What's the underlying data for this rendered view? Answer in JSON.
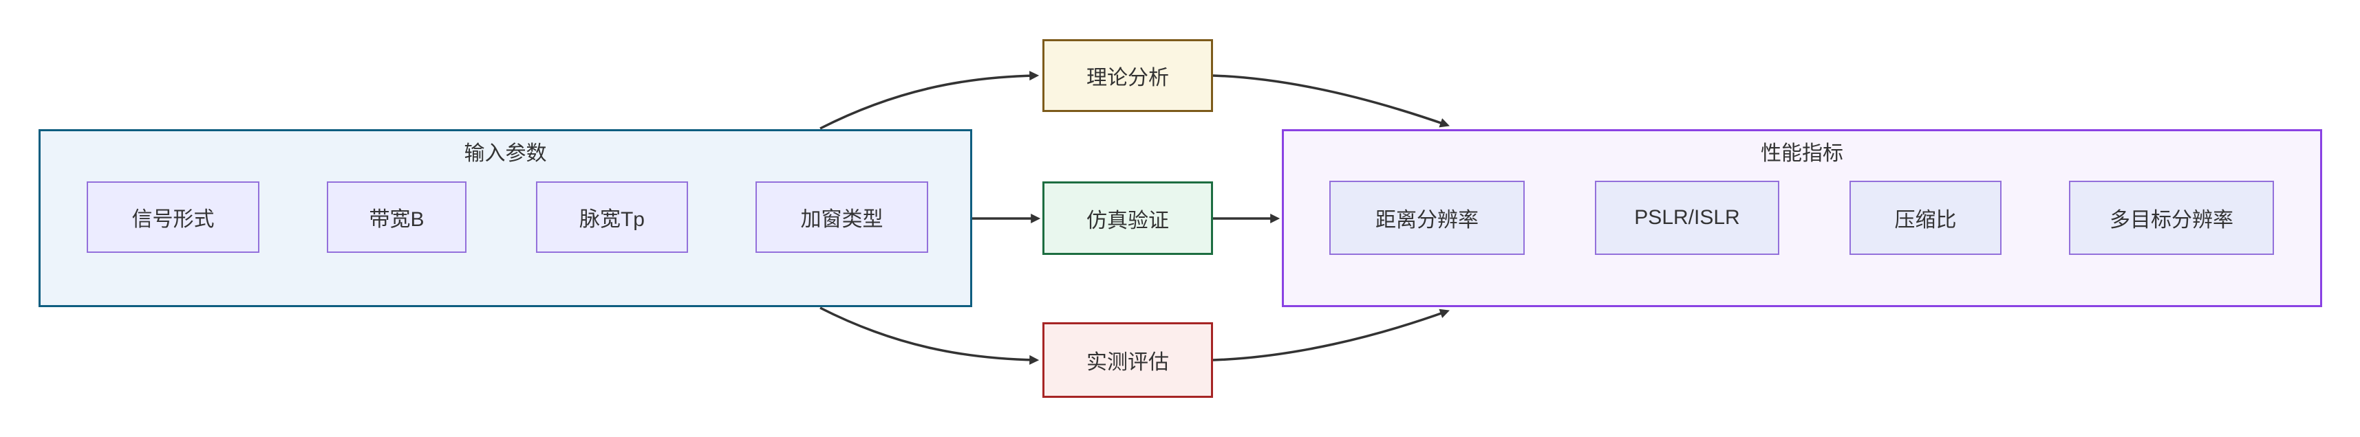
{
  "diagram": {
    "input_group": {
      "title": "输入参数",
      "items": [
        {
          "label": "信号形式"
        },
        {
          "label": "带宽B"
        },
        {
          "label": "脉宽Tp"
        },
        {
          "label": "加窗类型"
        }
      ]
    },
    "stages": [
      {
        "label": "理论分析"
      },
      {
        "label": "仿真验证"
      },
      {
        "label": "实测评估"
      }
    ],
    "output_group": {
      "title": "性能指标",
      "items": [
        {
          "label": "距离分辨率"
        },
        {
          "label": "PSLR/ISLR"
        },
        {
          "label": "压缩比"
        },
        {
          "label": "多目标分辨率"
        }
      ]
    },
    "colors": {
      "text_color": "#333333",
      "edge_color": "#333333",
      "input_container_fill": "#edf4fb",
      "input_container_border": "#0f5e80",
      "param_node_fill": "#ececff",
      "param_node_border": "#9370db",
      "theory_fill": "#fbf6e2",
      "theory_border": "#7d5b1b",
      "simulation_fill": "#e9f7ee",
      "simulation_border": "#1d6e41",
      "measurement_fill": "#fceeed",
      "measurement_border": "#a62525",
      "output_container_fill": "#f9f4fe",
      "output_container_border": "#8a42e3",
      "metric_node_fill": "#e8ebfa",
      "metric_node_border": "#9370db"
    }
  }
}
